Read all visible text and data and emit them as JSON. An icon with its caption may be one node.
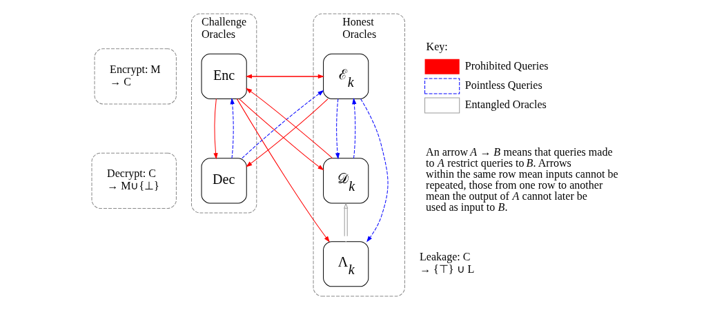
{
  "diagram": {
    "nodes": [
      {
        "text": [
          "Challenge Oracles"
        ]
      },
      {
        "text": [
          "Honest Oracles"
        ]
      },
      {
        "text": [
          "Encrypt: M → C"
        ]
      },
      {
        "text": [
          "Decrypt: C → M∪{⊥}"
        ]
      },
      {
        "text": [
          "Enc"
        ],
        "in": 0
      },
      {
        "text": [
          "ℰ$_{k}$"
        ],
        "in": 1
      },
      {
        "text": [
          "Dec"
        ],
        "in": 0
      },
      {
        "text": [
          "𝒟$_{k}$"
        ],
        "in": 1
      },
      {
        "text": [
          "Λ$_{k}$"
        ],
        "in": 1
      }
    ],
    "edges": [
      {
        "from": 4,
        "to": 5,
        "arrow": "to",
        "color": "#ff0000"
      },
      {
        "from": 5,
        "to": 4,
        "arrow": "to",
        "color": "#ff0000"
      },
      {
        "from": 6,
        "to": 5,
        "arrow": "to",
        "style": "dashed",
        "color": "#0000ff"
      },
      {
        "from": 4,
        "to": 7,
        "arrow": "to",
        "color": "#ff0000"
      },
      {
        "from": 7,
        "to": 4,
        "arrow": "to",
        "color": "#ff0000"
      },
      {
        "from": 5,
        "to": 6,
        "arrow": "to",
        "color": "#ff0000"
      },
      {
        "from": 4,
        "to": 8,
        "arrow": "to",
        "color": "#ff0000"
      },
      {
        "from": 5,
        "to": 8,
        "arrow": "to",
        "style": "dashed",
        "color": "#0000ff"
      },
      {
        "from": 6,
        "to": 4,
        "arrow": "to",
        "style": "dashed",
        "color": "#0000ff"
      },
      {
        "from": 4,
        "to": 6,
        "arrow": "to",
        "color": "#ff0000"
      },
      {
        "from": 7,
        "to": 5,
        "arrow": "to",
        "style": "dashed",
        "color": "#0000ff"
      },
      {
        "from": 5,
        "to": 7,
        "arrow": "to",
        "style": "dashed",
        "color": "#0000ff"
      },
      {
        "from": 8,
        "to": 7,
        "arrow": "both",
        "color": "#999999"
      }
    ],
    "labels": [
      "Leakage: C → {⊤} ∪ L",
      "Key:",
      "An arrow *A* → *B* means that queries made to *A* restrict queries to *B*. Arrows within the same row mean inputs cannot be repeated, those from one row to another mean the output of *A* cannot later be used as input to *B*."
    ],
    "legend": [
      {
        "text": "Prohibited Queries"
      },
      {
        "text": "Pointless Queries"
      },
      {
        "text": "Entangled Oracles"
      }
    ]
  }
}
